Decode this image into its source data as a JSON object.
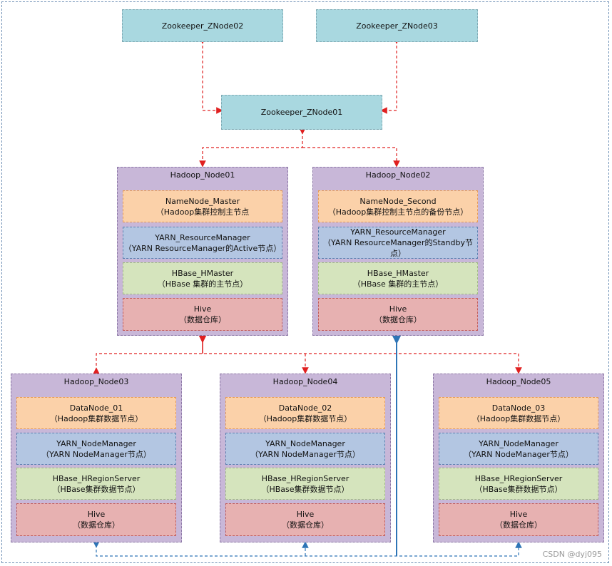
{
  "zookeeper": {
    "znode02": "Zookeeper_ZNode02",
    "znode03": "Zookeeper_ZNode03",
    "znode01": "Zookeeper_ZNode01"
  },
  "nodes": [
    {
      "title": "Hadoop_Node01",
      "services": [
        {
          "line1": "NameNode_Master",
          "line2": "（Hadoop集群控制主节点"
        },
        {
          "line1": "YARN_ResourceManager",
          "line2": "（YARN ResourceManager的Active节点）"
        },
        {
          "line1": "HBase_HMaster",
          "line2": "（HBase 集群的主节点）"
        },
        {
          "line1": "Hive",
          "line2": "（数据仓库）"
        }
      ]
    },
    {
      "title": "Hadoop_Node02",
      "services": [
        {
          "line1": "NameNode_Second",
          "line2": "（Hadoop集群控制主节点的备份节点）"
        },
        {
          "line1": "YARN_ResourceManager",
          "line2": "（YARN ResourceManager的Standby节点）"
        },
        {
          "line1": "HBase_HMaster",
          "line2": "（HBase 集群的主节点）"
        },
        {
          "line1": "Hive",
          "line2": "（数据仓库）"
        }
      ]
    },
    {
      "title": "Hadoop_Node03",
      "services": [
        {
          "line1": "DataNode_01",
          "line2": "（Hadoop集群数据节点）"
        },
        {
          "line1": "YARN_NodeManager",
          "line2": "（YARN NodeManager节点）"
        },
        {
          "line1": "HBase_HRegionServer",
          "line2": "（HBase集群数据节点）"
        },
        {
          "line1": "Hive",
          "line2": "（数据仓库）"
        }
      ]
    },
    {
      "title": "Hadoop_Node04",
      "services": [
        {
          "line1": "DataNode_02",
          "line2": "（Hadoop集群数据节点）"
        },
        {
          "line1": "YARN_NodeManager",
          "line2": "（YARN NodeManager节点）"
        },
        {
          "line1": "HBase_HRegionServer",
          "line2": "（HBase集群数据节点）"
        },
        {
          "line1": "Hive",
          "line2": "（数据仓库）"
        }
      ]
    },
    {
      "title": "Hadoop_Node05",
      "services": [
        {
          "line1": "DataNode_03",
          "line2": "（Hadoop集群数据节点）"
        },
        {
          "line1": "YARN_NodeManager",
          "line2": "（YARN NodeManager节点）"
        },
        {
          "line1": "HBase_HRegionServer",
          "line2": "（HBase集群数据节点）"
        },
        {
          "line1": "Hive",
          "line2": "（数据仓库）"
        }
      ]
    }
  ],
  "watermark": "CSDN @dyj095",
  "colors": {
    "zookeeper": "#a9d8e0",
    "node": "#c8b7d8",
    "namenode": "#fbd1a9",
    "yarn": "#b3c6e2",
    "hbase": "#d5e4bd",
    "hive": "#e7b1b1",
    "link_red": "#e02020",
    "link_blue": "#2e75b6"
  }
}
